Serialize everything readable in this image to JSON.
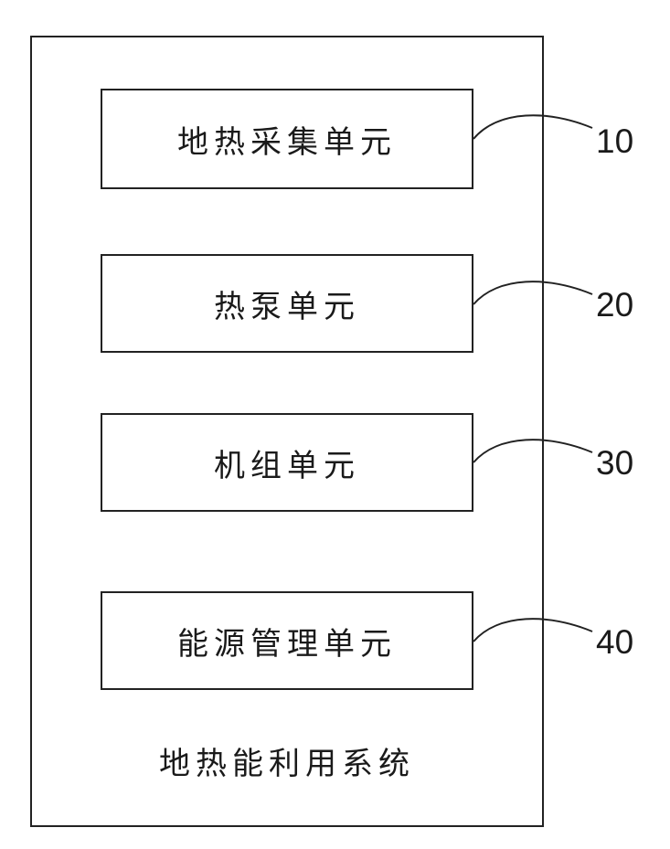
{
  "diagram": {
    "system_label": "地热能利用系统",
    "units": [
      {
        "label": "地热采集单元",
        "ref": "10"
      },
      {
        "label": "热泵单元",
        "ref": "20"
      },
      {
        "label": "机组单元",
        "ref": "30"
      },
      {
        "label": "能源管理单元",
        "ref": "40"
      }
    ],
    "line_color": "#222222"
  }
}
